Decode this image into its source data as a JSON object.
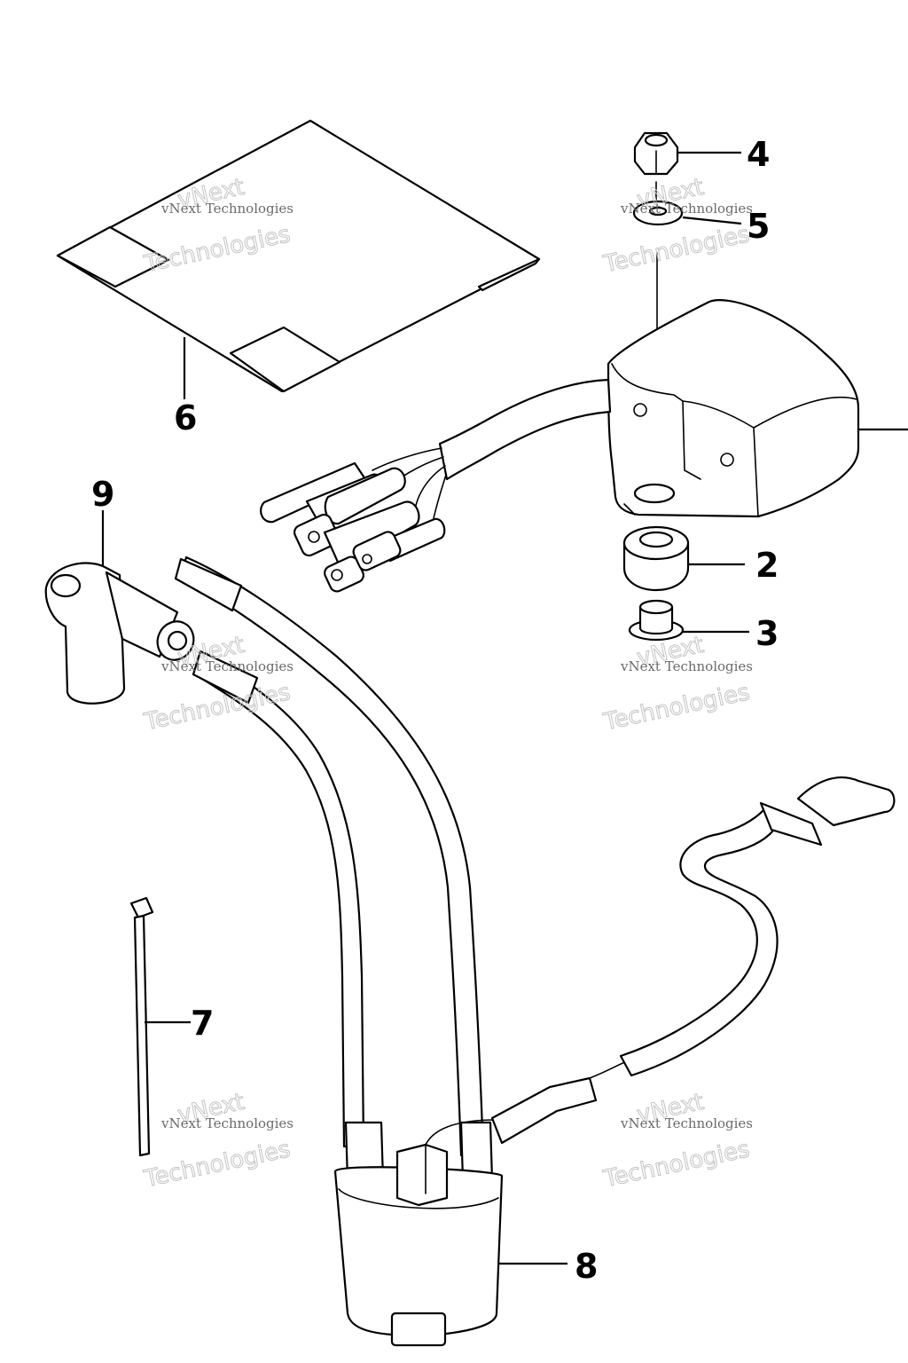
{
  "callouts": {
    "c2": "2",
    "c3": "3",
    "c4": "4",
    "c5": "5",
    "c6": "6",
    "c7": "7",
    "c8": "8",
    "c9": "9"
  },
  "watermark": {
    "line1": "vNext Technologies",
    "line2": "vNext",
    "line3": "Technologies"
  },
  "colors": {
    "ink": "#000000",
    "paper": "#ffffff",
    "watermark": "#c4c4c4"
  }
}
